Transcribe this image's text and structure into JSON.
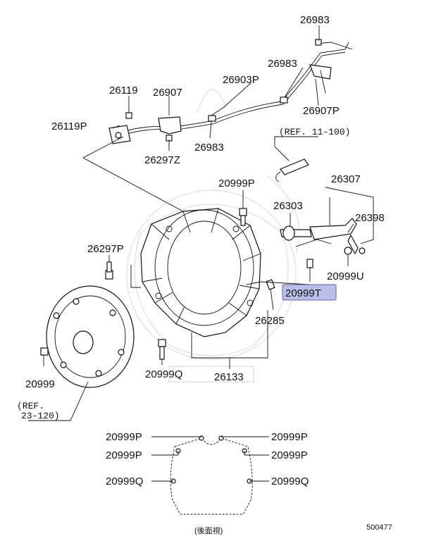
{
  "diagram": {
    "labels": {
      "p26983_top": "26983",
      "p26983_mid": "26983",
      "p26983_low": "26983",
      "p26903P": "26903P",
      "p26907P": "26907P",
      "p26907": "26907",
      "p26119": "26119",
      "p26119P": "26119P",
      "p26297Z": "26297Z",
      "p20999P_a": "20999P",
      "p26307": "26307",
      "p26303": "26303",
      "p26398": "26398",
      "p20999U": "20999U",
      "p26297P": "26297P",
      "p20999T": "20999T",
      "p26285": "26285",
      "p20999": "20999",
      "p20999Q_a": "20999Q",
      "p26133": "26133",
      "ref_11_100": "(REF. 11-100)",
      "ref_23_120_a": "(REF.",
      "ref_23_120_b": "23-120)",
      "rear_l1": "20999P",
      "rear_l2": "20999P",
      "rear_l3": "20999Q",
      "rear_r1": "20999P",
      "rear_r2": "20999P",
      "rear_r3": "20999Q",
      "rear_caption": "(後面視)",
      "doc_number": "500477"
    },
    "highlight_color": "#b9bfe6"
  }
}
